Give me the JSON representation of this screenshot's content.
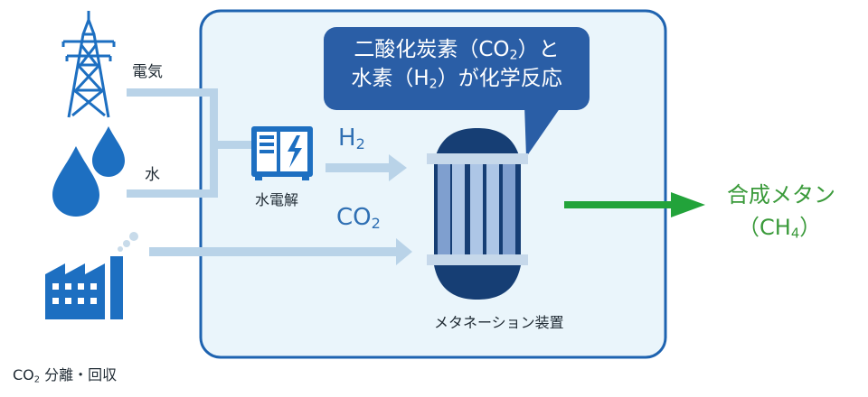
{
  "sources": {
    "electricity": "電気",
    "water": "水",
    "co2_capture": {
      "main": "CO",
      "sub": "2",
      "rest": " 分離・回収"
    }
  },
  "electrolysis": {
    "label": "水電解"
  },
  "flows": {
    "h2": {
      "main": "H",
      "sub": "2"
    },
    "co2": {
      "main": "CO",
      "sub": "2"
    }
  },
  "bubble": {
    "line1": {
      "pre": "二酸化炭素（CO",
      "sub": "2",
      "post": "）と"
    },
    "line2": {
      "pre": "水素（H",
      "sub": "2",
      "post": "）が化学反応"
    }
  },
  "device": {
    "label": "メタネーション装置"
  },
  "output": {
    "line1": "合成メタン",
    "line2": {
      "pre": "（CH",
      "sub": "4",
      "post": "）"
    }
  },
  "colors": {
    "icon_blue": "#1d6fc1",
    "panel_bg": "#eaf5fb",
    "panel_border": "#1e63b0",
    "pipe": "#b9d3e8",
    "bubble": "#2a5ea6",
    "output_arrow": "#22a33a"
  },
  "icons": [
    "power-tower-icon",
    "water-drops-icon",
    "factory-icon",
    "electrolyzer-icon",
    "reactor-icon"
  ]
}
